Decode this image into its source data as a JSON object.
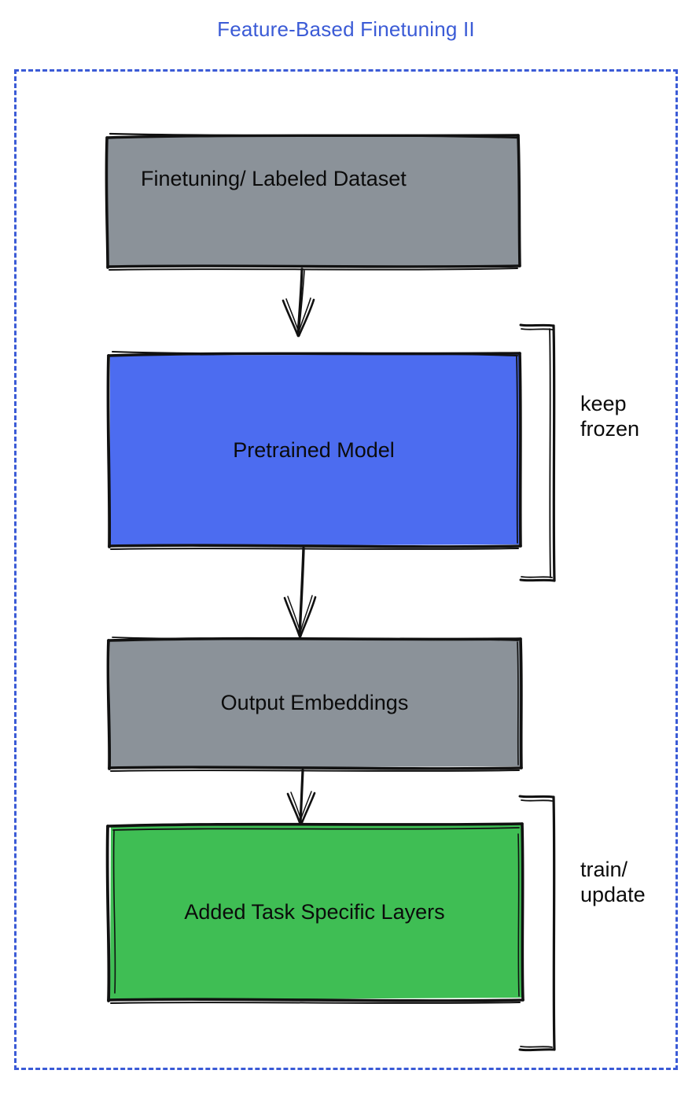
{
  "diagram": {
    "title": "Feature-Based Finetuning II",
    "title_color": "#3b5bd6",
    "frame": {
      "style": "dashed",
      "color": "#3b5bd6"
    },
    "nodes": [
      {
        "id": "dataset",
        "label": "Finetuning/ Labeled Dataset",
        "fill": "#8b9299",
        "stroke": "#111111",
        "text_color": "#0b0b0b"
      },
      {
        "id": "pretrained",
        "label": "Pretrained Model",
        "fill": "#4c6cf0",
        "stroke": "#111111",
        "text_color": "#0b0b0b"
      },
      {
        "id": "embeddings",
        "label": "Output Embeddings",
        "fill": "#8b9299",
        "stroke": "#111111",
        "text_color": "#0b0b0b"
      },
      {
        "id": "tasklayers",
        "label": "Added Task Specific Layers",
        "fill": "#3fbe54",
        "stroke": "#111111",
        "text_color": "#0b0b0b"
      }
    ],
    "arrows": [
      {
        "from": "dataset",
        "to": "pretrained"
      },
      {
        "from": "pretrained",
        "to": "embeddings"
      },
      {
        "from": "embeddings",
        "to": "tasklayers"
      }
    ],
    "annotations": [
      {
        "id": "keep-frozen",
        "text": "keep\nfrozen",
        "brackets": "pretrained"
      },
      {
        "id": "train-update",
        "text": "train/\nupdate",
        "brackets": "tasklayers"
      }
    ]
  }
}
